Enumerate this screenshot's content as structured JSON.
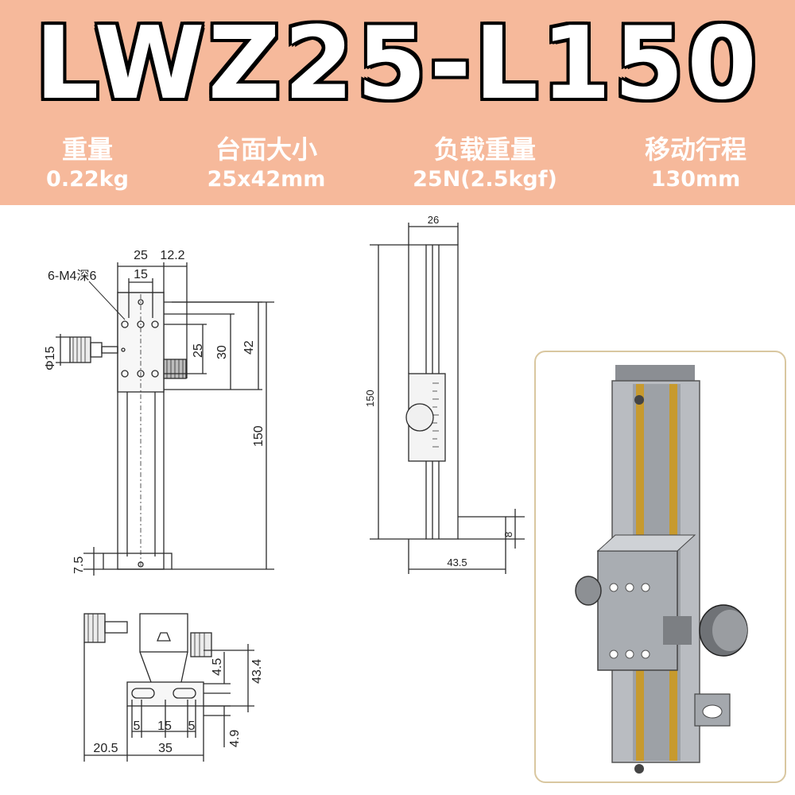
{
  "header": {
    "model": "LWZ25-L150",
    "specs": [
      {
        "label": "重量",
        "value": "0.22kg"
      },
      {
        "label": "台面大小",
        "value": "25x42mm"
      },
      {
        "label": "负载重量",
        "value": "25N(2.5kgf)"
      },
      {
        "label": "移动行程",
        "value": "130mm"
      }
    ]
  },
  "front_view": {
    "dim_width": "25",
    "dim_offset": "12.2",
    "dim_hole_spacing": "15",
    "hole_callout": "6-M4深6",
    "dim_knob": "Φ15",
    "dim_h25": "25",
    "dim_h30": "30",
    "dim_h42": "42",
    "dim_total": "150",
    "dim_base": "7.5"
  },
  "side_view": {
    "dim_top": "26",
    "dim_height": "150",
    "dim_foot": "8",
    "dim_depth": "43.5"
  },
  "top_view": {
    "dim_434": "43.4",
    "dim_45": "4.5",
    "dim_49": "4.9",
    "dim_5a": "5",
    "dim_15": "15",
    "dim_5b": "5",
    "dim_205": "20.5",
    "dim_35": "35"
  },
  "colors": {
    "banner": "#f6b99b",
    "line": "#2b2b2b",
    "stage_metal": "#b9bcc1",
    "rail_gold": "#c79a2e"
  }
}
